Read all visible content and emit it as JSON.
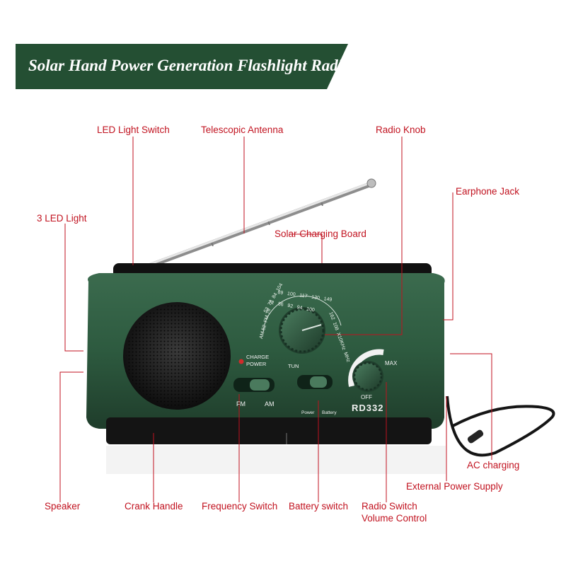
{
  "title": "Solar Hand Power Generation Flashlight Radio",
  "labels": {
    "led_light_switch": "LED Light Switch",
    "telescopic_antenna": "Telescopic Antenna",
    "radio_knob": "Radio Knob",
    "earphone_jack": "Earphone Jack",
    "three_led_light": "3 LED Light",
    "solar_charging_board": "Solar Charging Board",
    "speaker": "Speaker",
    "crank_handle": "Crank Handle",
    "frequency_switch": "Frequency Switch",
    "battery_switch": "Battery switch",
    "radio_switch": "Radio Switch",
    "volume_control": "Volume Control",
    "ac_charging": "AC charging",
    "external_power_supply": "External Power Supply"
  },
  "device": {
    "model": "RD332",
    "charge_label": "CHARGE",
    "power_label": "POWER",
    "tun_label": "TUN",
    "fm_label": "FM",
    "am_label": "AM",
    "power_mode_label": "Power",
    "battery_mode_label": "Battery",
    "max_label": "MAX",
    "off_label": "OFF",
    "dial_top_row": [
      "89",
      "100",
      "117",
      "130",
      "149"
    ],
    "dial_mid_row": [
      "72",
      "86",
      "92",
      "94",
      "100"
    ],
    "dial_lower_row": [
      "53",
      "78",
      "84",
      "104"
    ],
    "dial_am_fm": [
      "AM 52",
      "FM 76"
    ],
    "dial_right": [
      "162",
      "108",
      "X10KHz",
      "MHz"
    ]
  },
  "colors": {
    "banner": "#244f33",
    "label_text": "#c1121f",
    "leader_line": "#c1121f",
    "body_green": "#2d5a3f",
    "body_dark": "#1f3d2b",
    "panel_black": "#1a1a1a"
  }
}
